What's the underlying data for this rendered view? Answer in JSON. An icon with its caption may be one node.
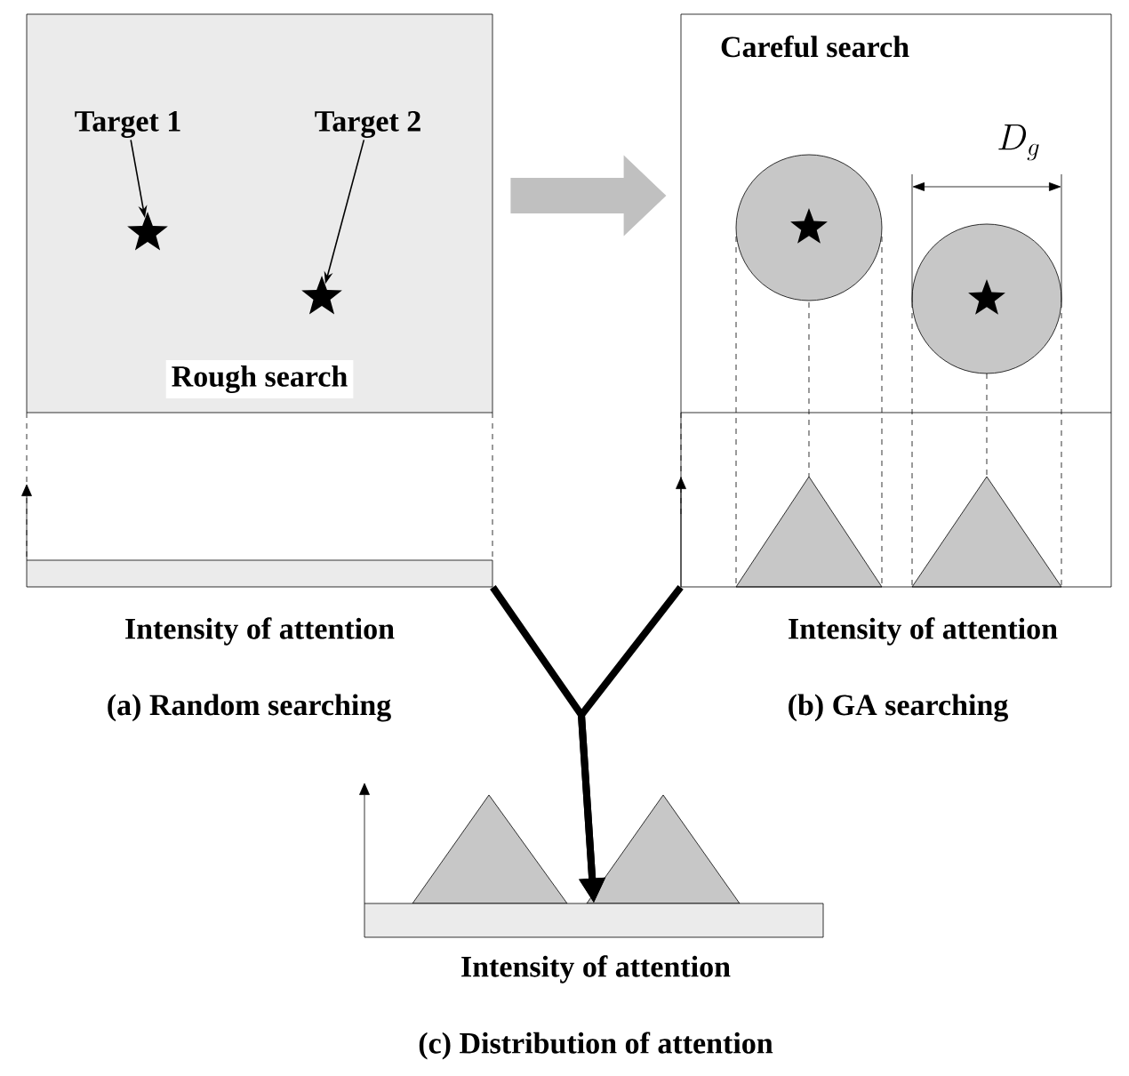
{
  "diagram": {
    "nodes": [
      {
        "text": [
          "Rough search"
        ]
      },
      {
        "text": [
          "Target 1"
        ],
        "in": 0
      },
      {
        "text": [],
        "shape": "star",
        "in": 0
      },
      {
        "text": [
          "Target 2"
        ],
        "in": 0
      },
      {
        "text": [],
        "shape": "star",
        "in": 0
      },
      {
        "text": [
          "Careful search"
        ],
        "beside": [
          "Intensity of attention"
        ]
      },
      {
        "text": [],
        "shape": "circle",
        "in": 5
      },
      {
        "text": [],
        "shape": "circle",
        "in": 5
      },
      {
        "text": [],
        "shape": "bar",
        "beside": [
          "Intensity of attention"
        ]
      },
      {
        "text": [],
        "shape": "bar",
        "beside": [
          "Intensity of attention"
        ]
      }
    ],
    "edges": [
      {
        "from": 1,
        "to": 2,
        "arrow": "to"
      },
      {
        "from": 3,
        "to": 4,
        "arrow": "to"
      },
      {
        "from": 0,
        "to": 5,
        "arrow": "to",
        "style": "thick",
        "color": "#c0c0c0"
      },
      {
        "from": 8,
        "to": 9,
        "arrow": "to"
      },
      {
        "from": 5,
        "to": 9,
        "arrow": "to"
      }
    ],
    "labels": [
      "(a) Random searching",
      "(b) GA searching",
      "(c) Distribution of attention",
      "D_{g}"
    ]
  }
}
